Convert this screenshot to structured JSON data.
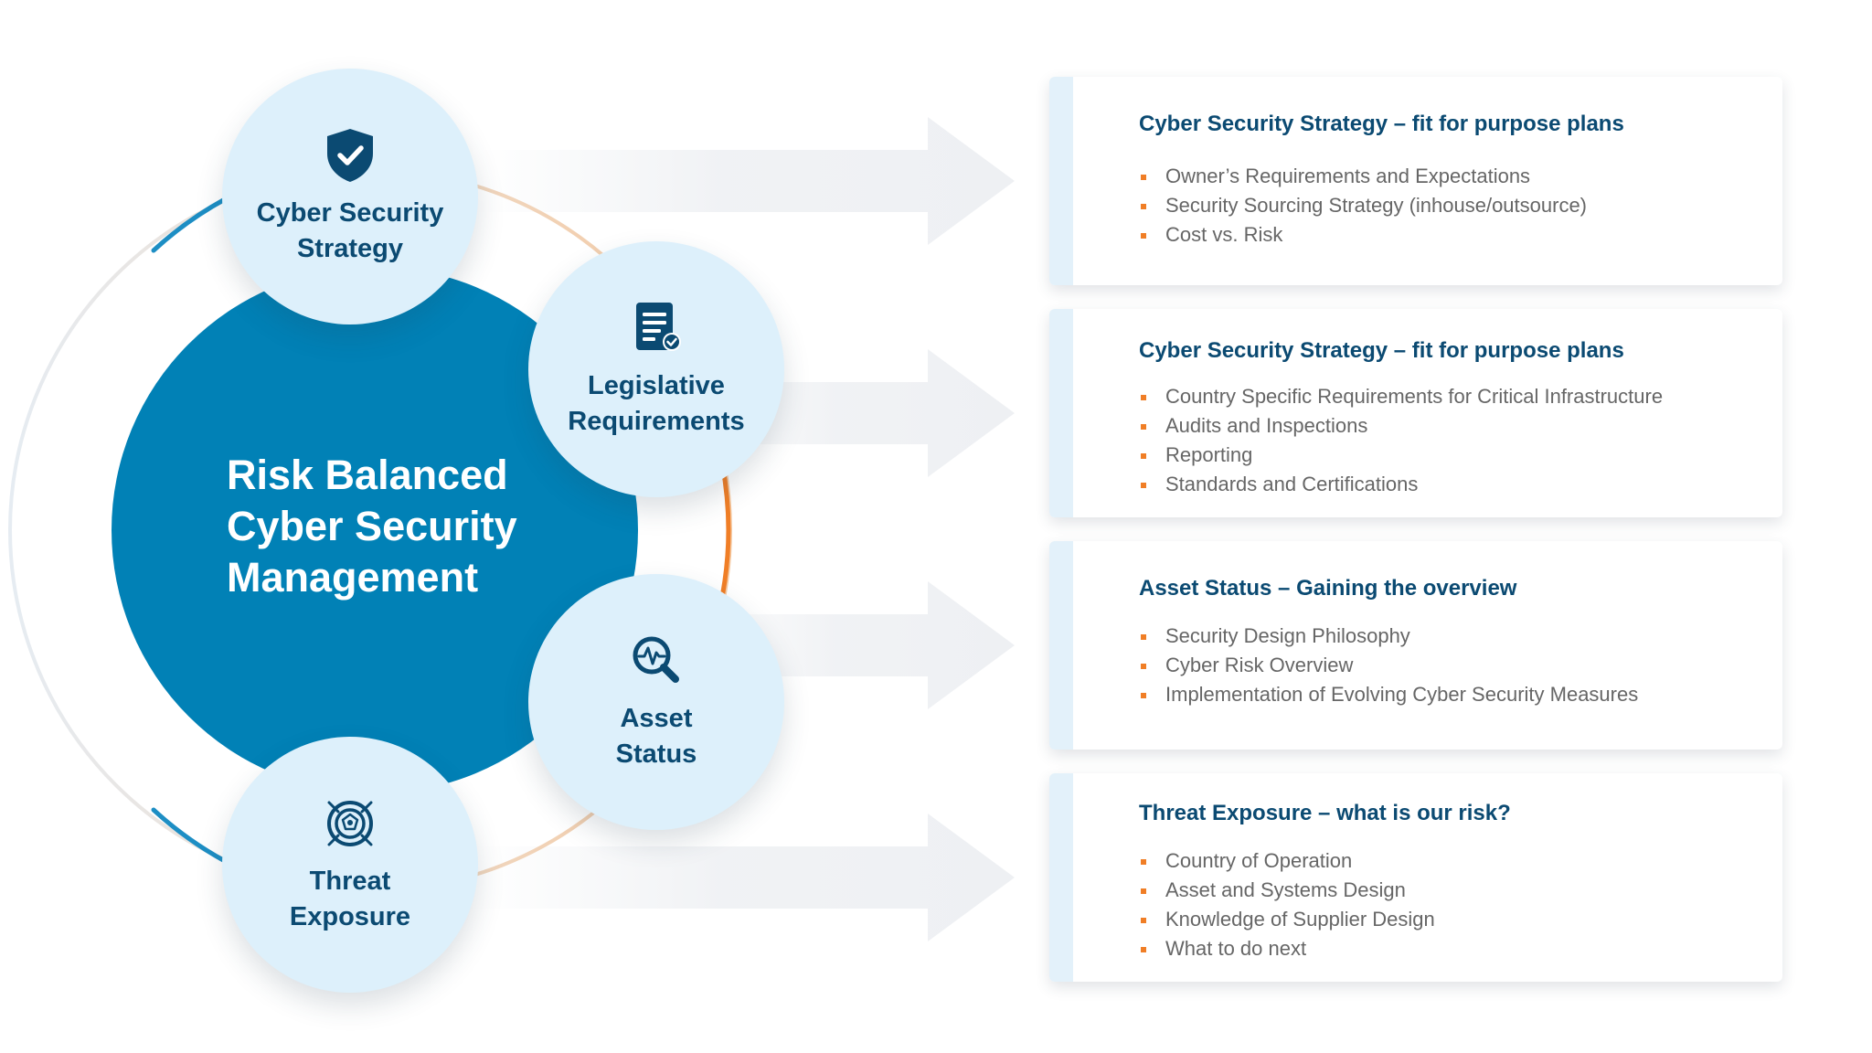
{
  "center": {
    "title_lines": [
      "Risk Balanced",
      "Cyber Security",
      "Management"
    ]
  },
  "nodes": [
    {
      "id": "strategy",
      "icon": "shield-check-icon",
      "label_lines": [
        "Cyber Security",
        "Strategy"
      ]
    },
    {
      "id": "legislative",
      "icon": "document-check-icon",
      "label_lines": [
        "Legislative",
        "Requirements"
      ]
    },
    {
      "id": "asset",
      "icon": "magnifier-pulse-icon",
      "label_lines": [
        "Asset",
        "Status"
      ]
    },
    {
      "id": "threat",
      "icon": "target-crosshair-icon",
      "label_lines": [
        "Threat",
        "Exposure"
      ]
    }
  ],
  "cards": [
    {
      "title": "Cyber Security Strategy – fit for purpose plans",
      "items": [
        "Owner’s Requirements and Expectations",
        "Security Sourcing Strategy (inhouse/outsource)",
        "Cost vs. Risk"
      ]
    },
    {
      "title": "Cyber Security Strategy – fit for purpose plans",
      "items": [
        "Country Specific Requirements for Critical Infrastructure",
        "Audits and Inspections",
        "Reporting",
        "Standards and Certifications"
      ]
    },
    {
      "title": "Asset Status – Gaining the overview",
      "items": [
        "Security Design Philosophy",
        "Cyber Risk Overview",
        "Implementation of Evolving Cyber Security Measures"
      ]
    },
    {
      "title": "Threat Exposure – what is our risk?",
      "items": [
        "Country of Operation",
        "Asset and Systems Design",
        "Knowledge of Supplier Design",
        "What to do next"
      ]
    }
  ],
  "colors": {
    "primary_blue": "#0181b6",
    "dark_navy": "#0b4a72",
    "node_fill": "#ddf0fb",
    "accent_orange": "#f07e26",
    "bullet_orange": "#f07e26",
    "body_text": "#666666",
    "card_strip": "#e3f1fa",
    "arrow_fill": "#eef0f3",
    "arc_teal": "#1d8ec4"
  }
}
